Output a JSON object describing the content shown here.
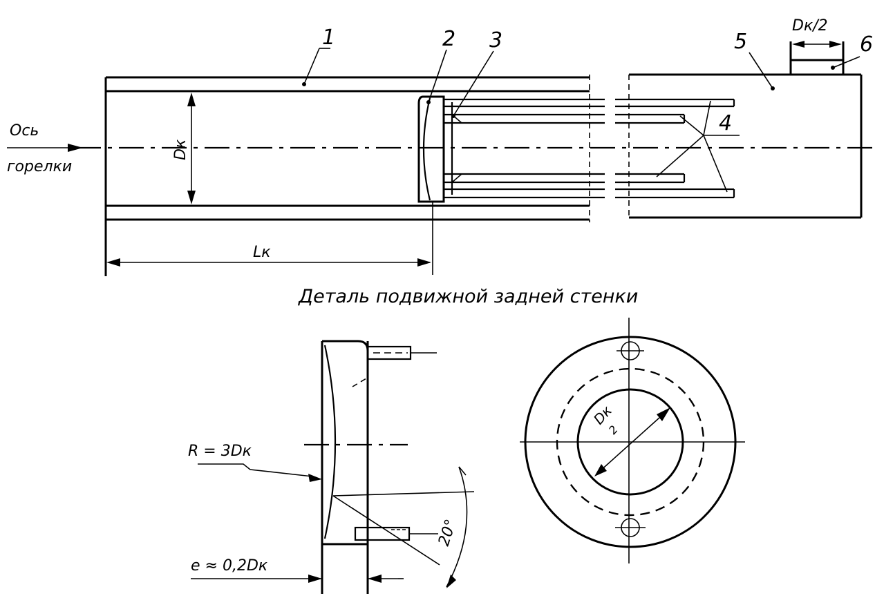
{
  "labels": {
    "callout_1": "1",
    "callout_2": "2",
    "callout_3": "3",
    "callout_4": "4",
    "callout_5": "5",
    "callout_6": "6",
    "burner_axis_line1": "Ось",
    "burner_axis_line2": "горелки",
    "chamber_diameter": "Dк",
    "chamber_length": "Lк",
    "half_diameter": "Dк/2",
    "detail_title": "Деталь подвижной задней стенки",
    "radius": "R = 3Dк",
    "angle": "20°",
    "offset": "e ≈ 0,2Dк",
    "inner_diameter_num": "Dк",
    "inner_diameter_den": "2"
  }
}
